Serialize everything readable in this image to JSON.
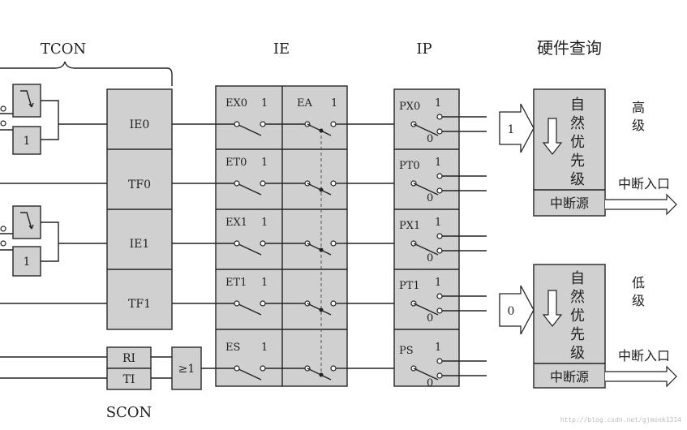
{
  "headers": {
    "tcon": "TCON",
    "ie": "IE",
    "ip": "IP",
    "hw_query": "硬件查询",
    "scon": "SCON"
  },
  "tcon_regs": [
    "IE0",
    "TF0",
    "IE1",
    "TF1"
  ],
  "scon_regs": [
    "RI",
    "TI"
  ],
  "or_gate": "≥1",
  "left_gate_one": "1",
  "ie_rows": [
    {
      "label": "EX0",
      "val": "1"
    },
    {
      "label": "ET0",
      "val": "1"
    },
    {
      "label": "EX1",
      "val": "1"
    },
    {
      "label": "ET1",
      "val": "1"
    },
    {
      "label": "ES",
      "val": "1"
    }
  ],
  "ea": {
    "label": "EA",
    "val": "1"
  },
  "ip_rows": [
    {
      "label": "PX0",
      "hi": "1",
      "lo": "0"
    },
    {
      "label": "PT0",
      "hi": "1",
      "lo": "0"
    },
    {
      "label": "PX1",
      "hi": "1",
      "lo": "0"
    },
    {
      "label": "PT1",
      "hi": "1",
      "lo": "0"
    },
    {
      "label": "PS",
      "hi": "1",
      "lo": "0"
    }
  ],
  "high": {
    "input": "1",
    "chars": [
      "自",
      "然",
      "优",
      "先",
      "级"
    ],
    "source": "中断源",
    "side": [
      "高",
      "级"
    ],
    "entry": "中断入口"
  },
  "low": {
    "input": "0",
    "chars": [
      "自",
      "然",
      "优",
      "先",
      "级"
    ],
    "source": "中断源",
    "side": [
      "低",
      "级"
    ],
    "entry": "中断入口"
  },
  "watermark": "http://blog.csdn.net/gjmonk1314"
}
